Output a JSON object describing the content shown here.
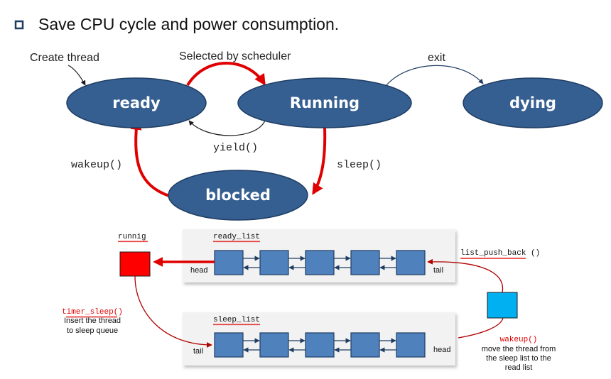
{
  "header": {
    "title": "Save CPU cycle and power consumption."
  },
  "states": {
    "ready": "ready",
    "running": "Running",
    "dying": "dying",
    "blocked": "blocked"
  },
  "transitions": {
    "create_thread": "Create thread",
    "selected_by_scheduler": "Selected by scheduler",
    "exit": "exit",
    "yield": "yield()",
    "wakeup": "wakeup()",
    "sleep": "sleep()"
  },
  "lists": {
    "running_label": "runnig",
    "ready_list_label": "ready_list",
    "sleep_list_label": "sleep_list",
    "ready_head": "head",
    "ready_tail": "tail",
    "sleep_tail": "tail",
    "sleep_head": "head",
    "list_push_back": "list_push_back ()",
    "timer_sleep": "timer_sleep()",
    "timer_sleep_desc_1": "Insert the thread",
    "timer_sleep_desc_2": "to sleep queue",
    "wakeup_fn": "wakeup()",
    "wakeup_desc_1": "move the thread from",
    "wakeup_desc_2": "the sleep list to the",
    "wakeup_desc_3": "read list"
  },
  "colors": {
    "state_fill": "#355f91",
    "state_stroke": "#1f3d63",
    "node_fill": "#4f81bd",
    "node_stroke": "#1f3d63",
    "accent_red": "#e00000",
    "curve_dark_red": "#b00000",
    "running_box": "#ff0000",
    "cyan_box": "#00b0f0",
    "list_panel": "#f2f2f2"
  }
}
